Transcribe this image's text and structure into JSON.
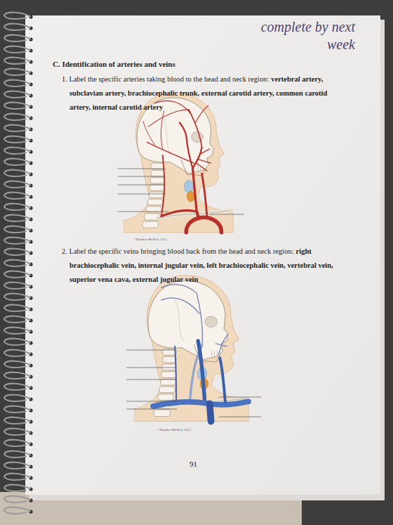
{
  "diagram": {
    "title": "C. Identification of arteries and veins",
    "labels": [
      "complete by next week",
      "1. Label the specific arteries taking blood to the head and neck region:",
      "vertebral artery, subclavian artery, brachiocephalic trunk, external carotid artery, common carotid artery, internal carotid artery",
      "©Hayden-McNeil, LLC",
      "2. Label the specific veins bringing blood back from the head and neck region:",
      "right brachiocephalic vein, internal jugular vein, left brachiocephalic vein, vertebral vein, superior vena cava, external jugular vein",
      "©Hayden-McNeil, LLC",
      "91"
    ]
  }
}
